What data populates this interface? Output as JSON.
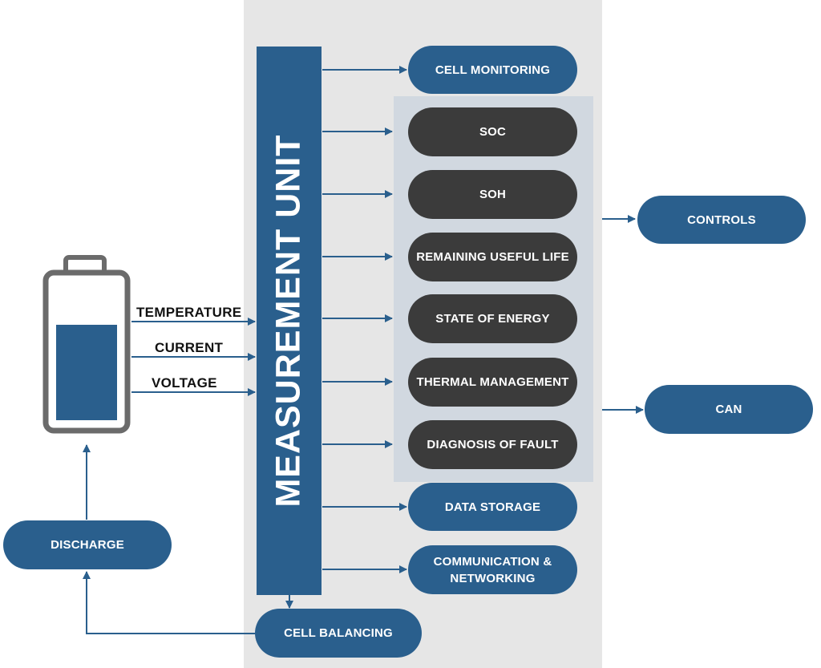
{
  "measurement_unit": {
    "label": "MEASUREMENT UNIT"
  },
  "inputs": {
    "temperature": "TEMPERATURE",
    "current": "CURRENT",
    "voltage": "VOLTAGE"
  },
  "outputs": {
    "cell_monitoring": "CELL MONITORING",
    "data_storage": "DATA STORAGE",
    "communication_line1": "COMMUNICATION &",
    "communication_line2": "NETWORKING",
    "cell_balancing": "CELL BALANCING"
  },
  "functions": {
    "soc": "SOC",
    "soh": "SOH",
    "remaining_useful_life": "REMAINING USEFUL LIFE",
    "state_of_energy": "STATE OF ENERGY",
    "thermal_management": "THERMAL MANAGEMENT",
    "diagnosis_of_fault": "DIAGNOSIS OF FAULT"
  },
  "external": {
    "controls": "CONTROLS",
    "can": "CAN",
    "discharge": "DISCHARGE"
  },
  "colors": {
    "primary_blue": "#2a5f8d",
    "dark_pill": "#3b3b3b",
    "band_gray": "#e6e6e6",
    "group_box": "#d1d8e0",
    "battery_outline": "#6b6b6b"
  },
  "battery": {
    "fill_level": 0.66
  }
}
